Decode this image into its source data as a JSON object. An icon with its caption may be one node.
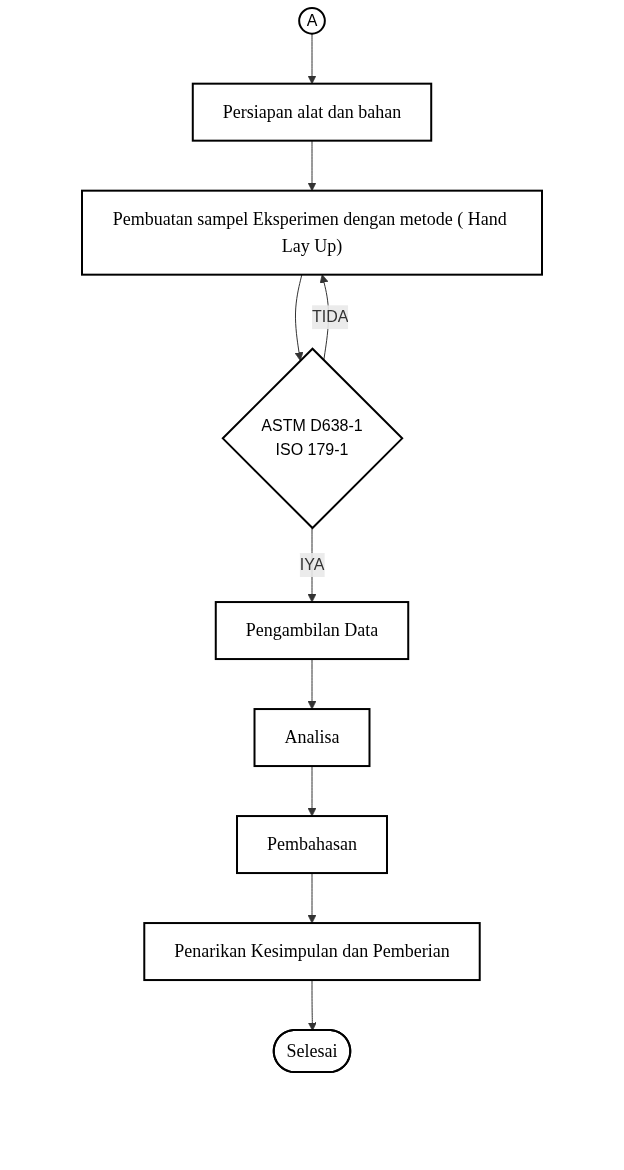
{
  "diagram": {
    "nodes": [
      {
        "text": [
          "A"
        ]
      },
      {
        "text": [
          "Persiapan alat dan bahan"
        ]
      },
      {
        "text": [
          "Pembuatan sampel Eksperimen dengan metode ( Hand Lay Up)"
        ]
      },
      {
        "text": [
          "ASTM D638-1",
          "ISO 179-1"
        ]
      },
      {
        "text": [
          "Pengambilan Data"
        ]
      },
      {
        "text": [
          "Analisa"
        ]
      },
      {
        "text": [
          "Pembahasan"
        ]
      },
      {
        "text": [
          "Penarikan Kesimpulan dan Pemberian"
        ]
      },
      {
        "text": [
          "Selesai"
        ]
      }
    ],
    "edges": [
      {
        "from": 0,
        "to": 1,
        "arrow": "to"
      },
      {
        "from": 1,
        "to": 2,
        "arrow": "to"
      },
      {
        "from": 2,
        "to": 3,
        "arrow": "to"
      },
      {
        "from": 3,
        "to": 2,
        "arrow": "to",
        "label": "TIDA"
      },
      {
        "from": 3,
        "to": 4,
        "arrow": "to",
        "label": "IYA"
      },
      {
        "from": 4,
        "to": 5,
        "arrow": "to"
      },
      {
        "from": 5,
        "to": 6,
        "arrow": "to"
      },
      {
        "from": 6,
        "to": 7,
        "arrow": "to"
      },
      {
        "from": 7,
        "to": 8,
        "arrow": "to"
      }
    ]
  }
}
